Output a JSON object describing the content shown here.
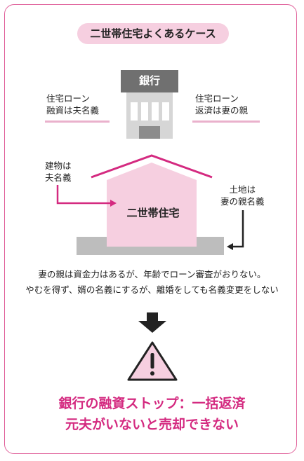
{
  "title": "二世帯住宅よくあるケース",
  "bank": {
    "sign": "銀行"
  },
  "left_loan": {
    "line1": "住宅ローン",
    "line2": "融資は夫名義"
  },
  "right_loan": {
    "line1": "住宅ローン",
    "line2": "返済は妻の親"
  },
  "building_owner": {
    "line1": "建物は",
    "line2": "夫名義"
  },
  "land_owner": {
    "line1": "土地は",
    "line2": "妻の親名義"
  },
  "house_label": "二世帯住宅",
  "description": {
    "line1": "妻の親は資金力はあるが、年齢でローン審査がおりない。",
    "line2": "やむを得ず、婿の名義にするが、離婚をしても名義変更をしない"
  },
  "warning_icon": "warning-triangle-icon",
  "result": {
    "line1": "銀行の融資ストップ：一括返済",
    "line2": "元夫がいないと売却できない"
  },
  "colors": {
    "accent": "#d42a80",
    "pink_light": "#f6cfe0",
    "gray": "#8c8c8c",
    "dark": "#222222"
  }
}
